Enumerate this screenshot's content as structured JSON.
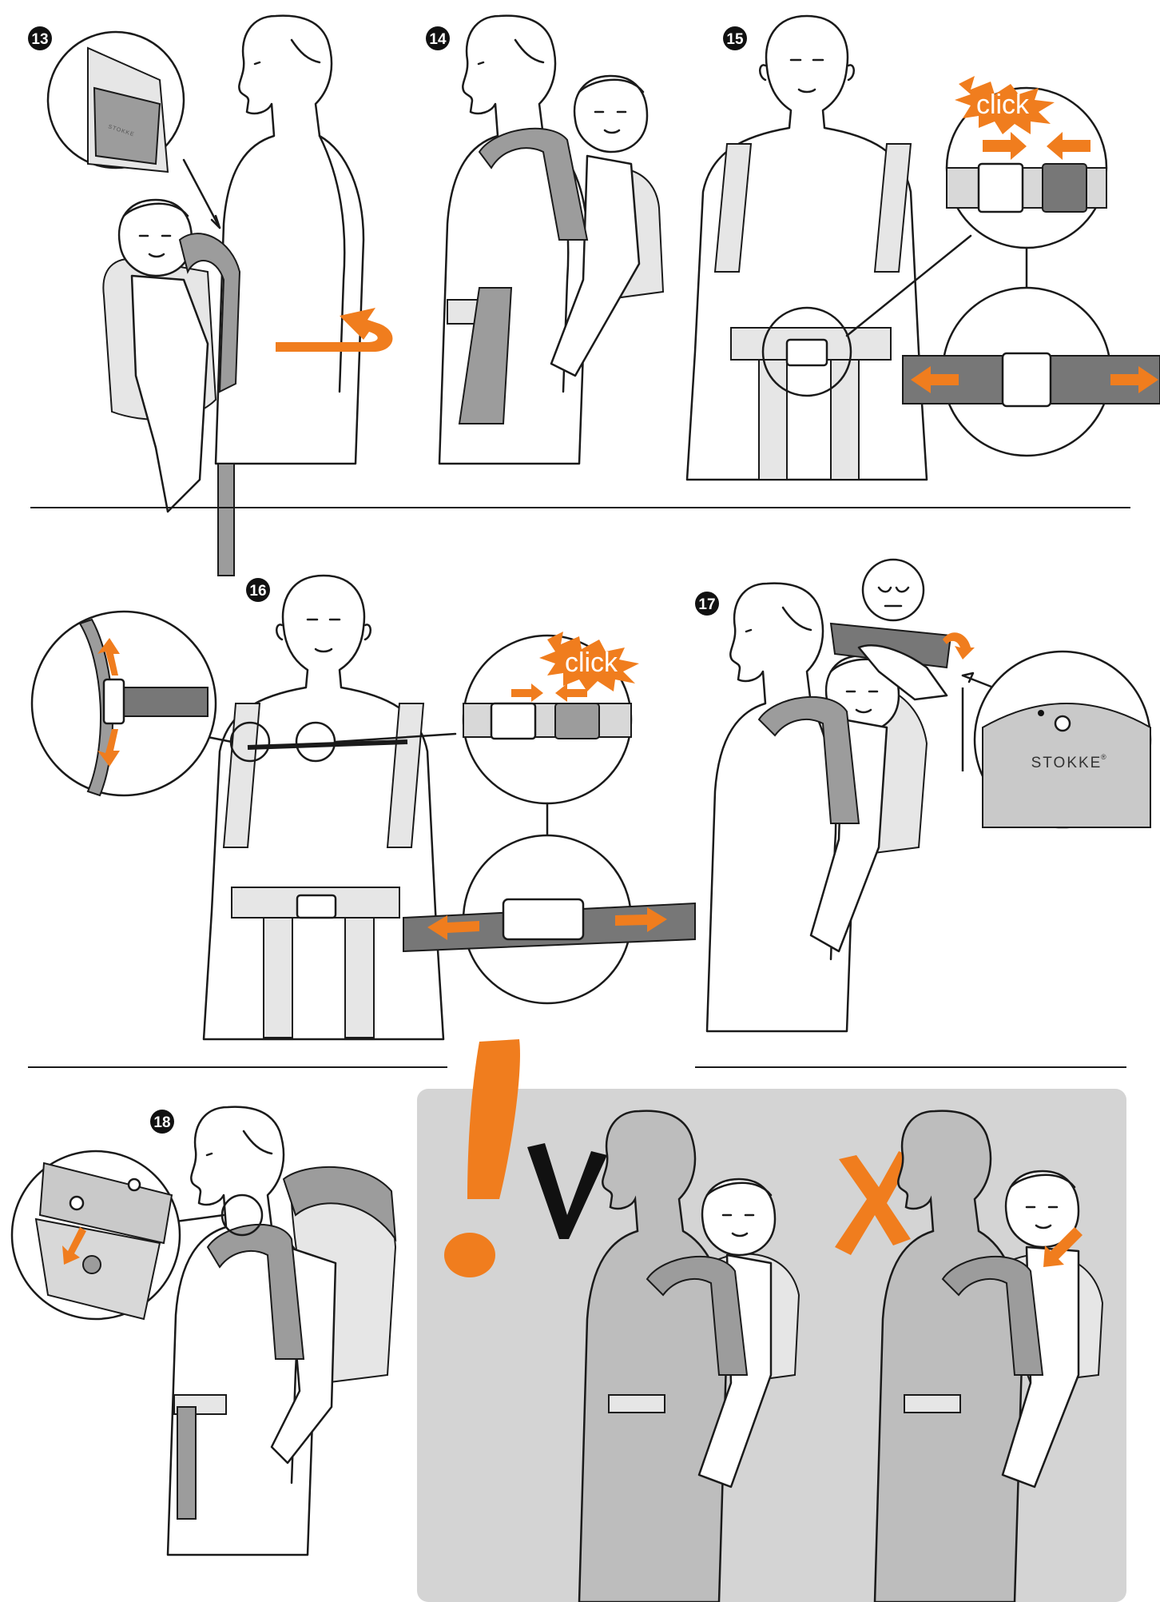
{
  "steps": {
    "s13": "13",
    "s14": "14",
    "s15": "15",
    "s16": "16",
    "s17": "17",
    "s18": "18"
  },
  "callouts": {
    "click_1": "click",
    "click_2": "click"
  },
  "brand": {
    "label": "STOKKE",
    "trademark": "®"
  },
  "warning_panel": {
    "exclamation": "!",
    "correct_mark": "V",
    "incorrect_mark": "X"
  },
  "colors": {
    "accent": "#f07d1e",
    "panel_bg": "#d4d4d4",
    "strap_dark": "#777777",
    "strap_light": "#e6e6e6"
  }
}
